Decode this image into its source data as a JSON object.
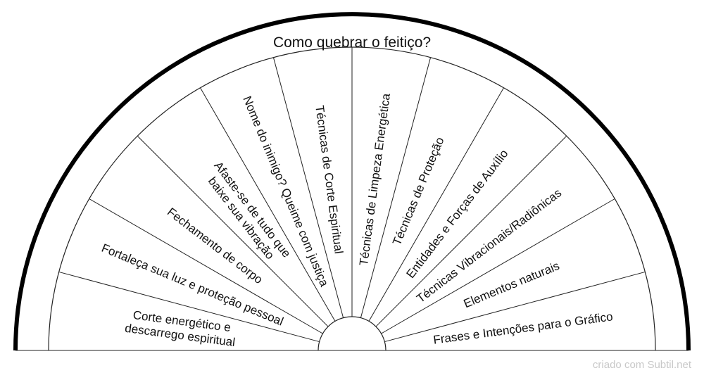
{
  "title": "Como quebrar o feitiço?",
  "footer": "criado com Subtil.net",
  "segments": [
    "Corte energético e|descarrego espiritual",
    "Fortaleça sua luz e proteção pessoal",
    "Fechamento de corpo",
    "Afaste-se de tudo que|baixe sua vibração",
    "Nome do inimigo? Queime com justiça",
    "Técnicas de Corte Espiritual",
    "Técnicas de Limpeza Energética",
    "Técnicas de Proteção",
    "Entidades e Forças de Auxílio",
    "Técnicas Vibracionais/Radiônicas",
    "Elementos naturais",
    "Frases e Intenções para o Gráfico"
  ],
  "colors": {
    "outer_arc": "#000000",
    "lines": "#222222",
    "text": "#111111",
    "footer": "#c8c8c8"
  }
}
